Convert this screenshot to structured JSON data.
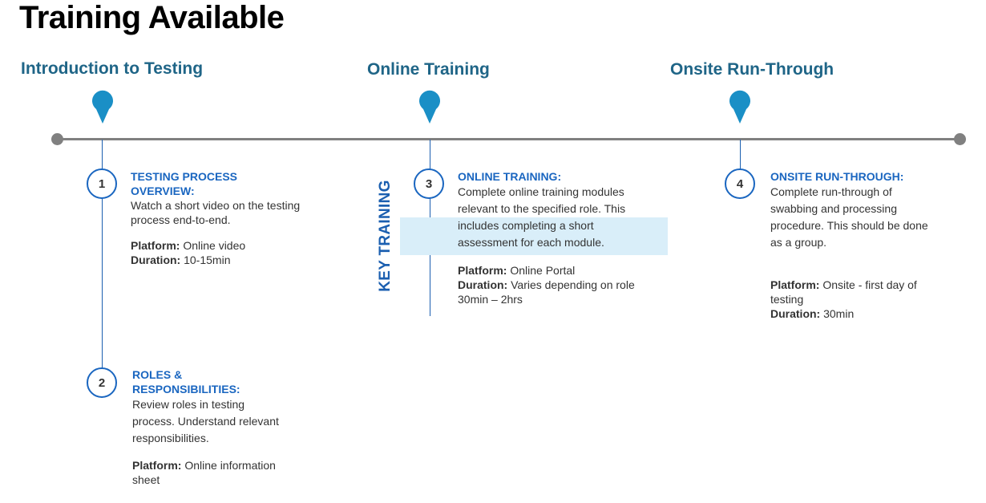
{
  "title": "Training Available",
  "stages": [
    "Introduction to Testing",
    "Online Training",
    "Onsite Run-Through"
  ],
  "side_label": "KEY TRAINING",
  "steps": {
    "s1": {
      "number": "1",
      "heading_lines": [
        "TESTING PROCESS",
        "OVERVIEW:"
      ],
      "body_lines": [
        "Watch a short video on the testing",
        "process end-to-end."
      ],
      "platform_label": "Platform:",
      "platform_lines": [
        " Online video"
      ],
      "duration_label": "Duration:",
      "duration_lines": [
        " 10-15min"
      ]
    },
    "s2": {
      "number": "2",
      "heading_lines": [
        "ROLES &",
        "RESPONSIBILITIES:"
      ],
      "body_lines": [
        "Review roles in testing",
        "process. Understand relevant",
        "responsibilities."
      ],
      "platform_label": "Platform:",
      "platform_lines": [
        " Online information",
        "sheet"
      ]
    },
    "s3": {
      "number": "3",
      "heading_lines": [
        "ONLINE TRAINING:"
      ],
      "body_lines": [
        "Complete online training modules",
        "relevant to the specified role. This",
        "includes completing a short",
        "assessment for each module."
      ],
      "platform_label": "Platform:",
      "platform_lines": [
        " Online Portal"
      ],
      "duration_label": "Duration:",
      "duration_lines": [
        " Varies depending on role",
        "30min – 2hrs"
      ]
    },
    "s4": {
      "number": "4",
      "heading_lines": [
        "ONSITE RUN-THROUGH:"
      ],
      "body_lines": [
        "Complete run-through of",
        "swabbing and processing",
        "procedure. This should be done",
        "as a group."
      ],
      "platform_label": "Platform:",
      "platform_lines": [
        " Onsite - first day of",
        "testing"
      ],
      "duration_label": "Duration:",
      "duration_lines": [
        " 30min"
      ]
    }
  },
  "colors": {
    "stage_title": "#1f6587",
    "pin": "#1a8fc6",
    "timeline": "#808080",
    "step_heading": "#1a66c0",
    "key_training": "#1b5fb0",
    "highlight": "#d9eef9"
  },
  "icons": [
    "map-pin-icon"
  ]
}
